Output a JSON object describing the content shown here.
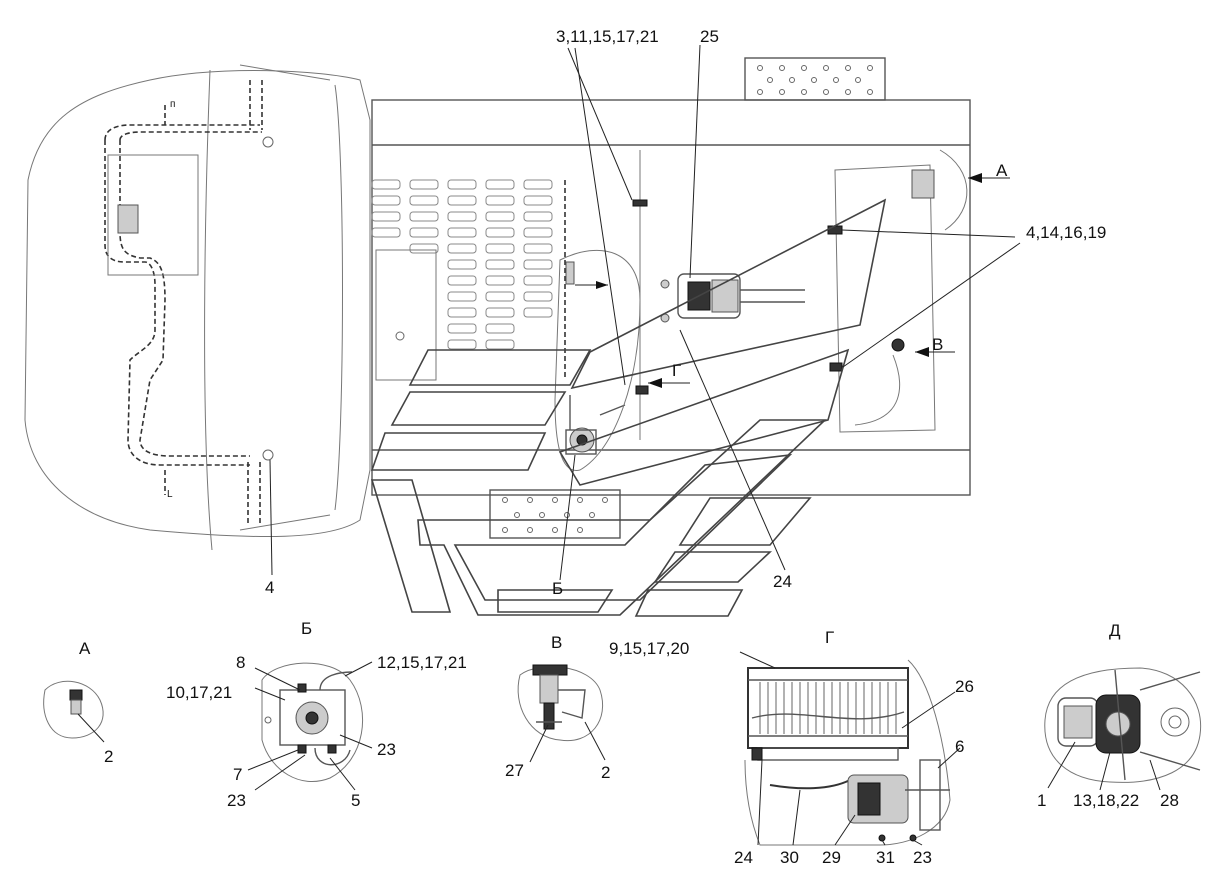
{
  "callouts": {
    "c_3_11": "3,11,15,17,21",
    "c_25": "25",
    "c_4_14": "4,14,16,19",
    "c_4": "4",
    "c_24": "24",
    "c_b": "Б"
  },
  "view_arrows": {
    "a": "А",
    "v": "В",
    "g": "Г"
  },
  "views": {
    "a": {
      "title": "А",
      "labels": {
        "l2": "2"
      }
    },
    "b": {
      "title": "Б",
      "labels": {
        "l8": "8",
        "l10": "10,17,21",
        "l12": "12,15,17,21",
        "l23a": "23",
        "l7": "7",
        "l23b": "23",
        "l5": "5"
      }
    },
    "v": {
      "title": "В",
      "labels": {
        "l27": "27",
        "l2": "2"
      }
    },
    "g": {
      "title": "Г",
      "labels": {
        "l9": "9,15,17,20",
        "l26": "26",
        "l6": "6",
        "l24": "24",
        "l30": "30",
        "l29": "29",
        "l31": "31",
        "l23": "23"
      }
    },
    "d": {
      "title": "Д",
      "labels": {
        "l1": "1",
        "l13": "13,18,22",
        "l28": "28"
      }
    }
  }
}
